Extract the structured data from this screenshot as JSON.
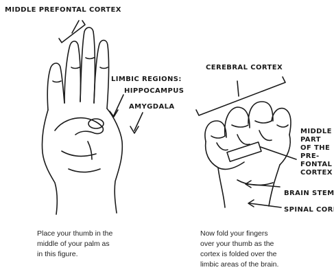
{
  "labels": {
    "middle_prefrontal_cortex": "MIDDLE PREFONTAL CORTEX",
    "limbic_regions": "LIMBIC REGIONS:",
    "hippocampus": "HIPPOCAMPUS",
    "amygdala": "AMYGDALA",
    "cerebral_cortex": "CEREBRAL CORTEX",
    "middle_part_prefrontal": [
      "MIDDLE",
      "PART",
      "OF THE",
      "PRE-",
      "FONTAL",
      "CORTEX"
    ],
    "brain_stem": "BRAIN STEM",
    "spinal_cord": "SPINAL CORD"
  },
  "captions": {
    "left": "Place your thumb in the\nmiddle of your palm as\nin this figure.",
    "right": "Now fold your fingers\nover your thumb as the\ncortex is folded over the\nlimbic areas of the brain."
  }
}
